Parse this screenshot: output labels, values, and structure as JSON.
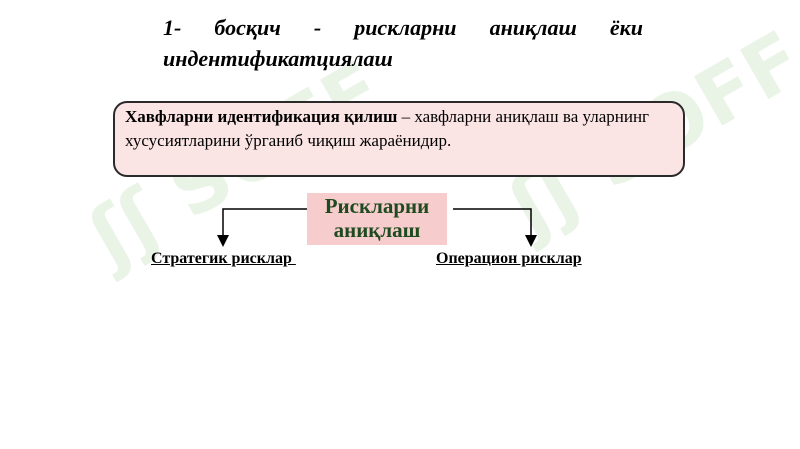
{
  "slide": {
    "title": "1- босқич - рискларни аниқлаш ёки индентификатциялаш",
    "definition": {
      "term": "Хавфларни идентификация қилиш",
      "text": " – хавфларни аниқлаш ва уларнинг хусусиятларини ўрганиб чиқиш жараёнидир."
    },
    "center_label": "Рискларни аниқлаш",
    "left_branch": "Стратегик рисклар ",
    "right_branch": "Операцион рисклар"
  },
  "watermark": {
    "text": "SOFF",
    "color": "#5fae4f"
  },
  "colors": {
    "definition_fill": "#fbe4e4",
    "center_fill": "#f6cccc",
    "center_text": "#1f4a1f"
  }
}
